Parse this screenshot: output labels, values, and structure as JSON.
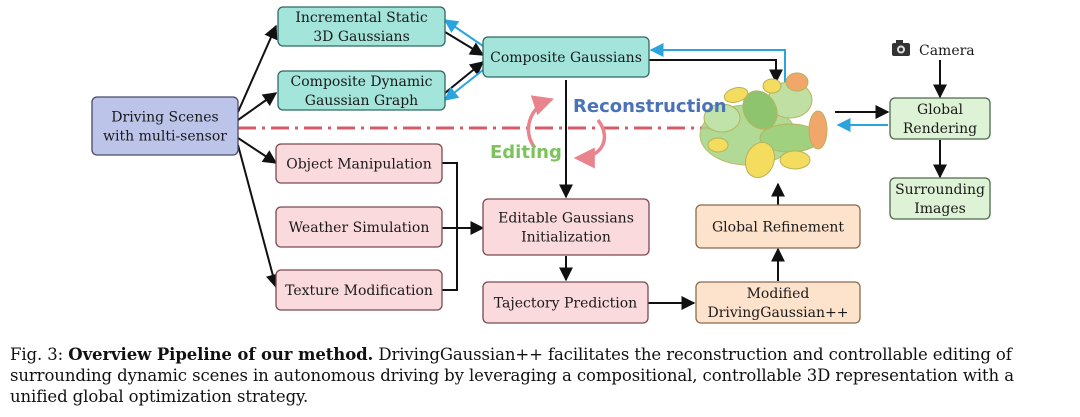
{
  "nodes": {
    "driving_scenes": [
      "Driving Scenes",
      "with multi-sensor"
    ],
    "incremental_static": [
      "Incremental Static",
      "3D Gaussians"
    ],
    "composite_dynamic": [
      "Composite Dynamic",
      "Gaussian Graph"
    ],
    "composite_gaussians": [
      "Composite Gaussians"
    ],
    "object_manipulation": [
      "Object Manipulation"
    ],
    "weather_simulation": [
      "Weather Simulation"
    ],
    "texture_modification": [
      "Texture Modification"
    ],
    "editable_gaussians": [
      "Editable Gaussians",
      "Initialization"
    ],
    "trajectory_prediction": [
      "Tajectory Prediction"
    ],
    "modified_dg": [
      "Modified",
      "DrivingGaussian++"
    ],
    "global_refinement": [
      "Global Refinement"
    ],
    "global_rendering": [
      "Global",
      "Rendering"
    ],
    "surrounding_images": [
      "Surrounding",
      "Images"
    ]
  },
  "labels": {
    "camera": "Camera",
    "reconstruction": "Reconstruction",
    "editing": "Editing"
  },
  "colors": {
    "teal_fill": "#a3e4db",
    "blue_fill": "#bcc4ea",
    "pink_fill": "#fadadd",
    "peach_fill": "#fde2cc",
    "green_fill": "#def2d6",
    "reconstruction_text": "#4a72b8",
    "editing_text": "#7cc35c",
    "cycle_arrow": "#e9838c",
    "divider": "#d45c6a",
    "feedback_arrow": "#2aa4de"
  },
  "caption": {
    "fig_label": "Fig. 3:",
    "title": "Overview Pipeline of our method.",
    "body": "DrivingGaussian++ facilitates the reconstruction and controllable editing of surrounding dynamic scenes in autonomous driving by leveraging a compositional, controllable 3D representation with a unified global optimization strategy."
  }
}
